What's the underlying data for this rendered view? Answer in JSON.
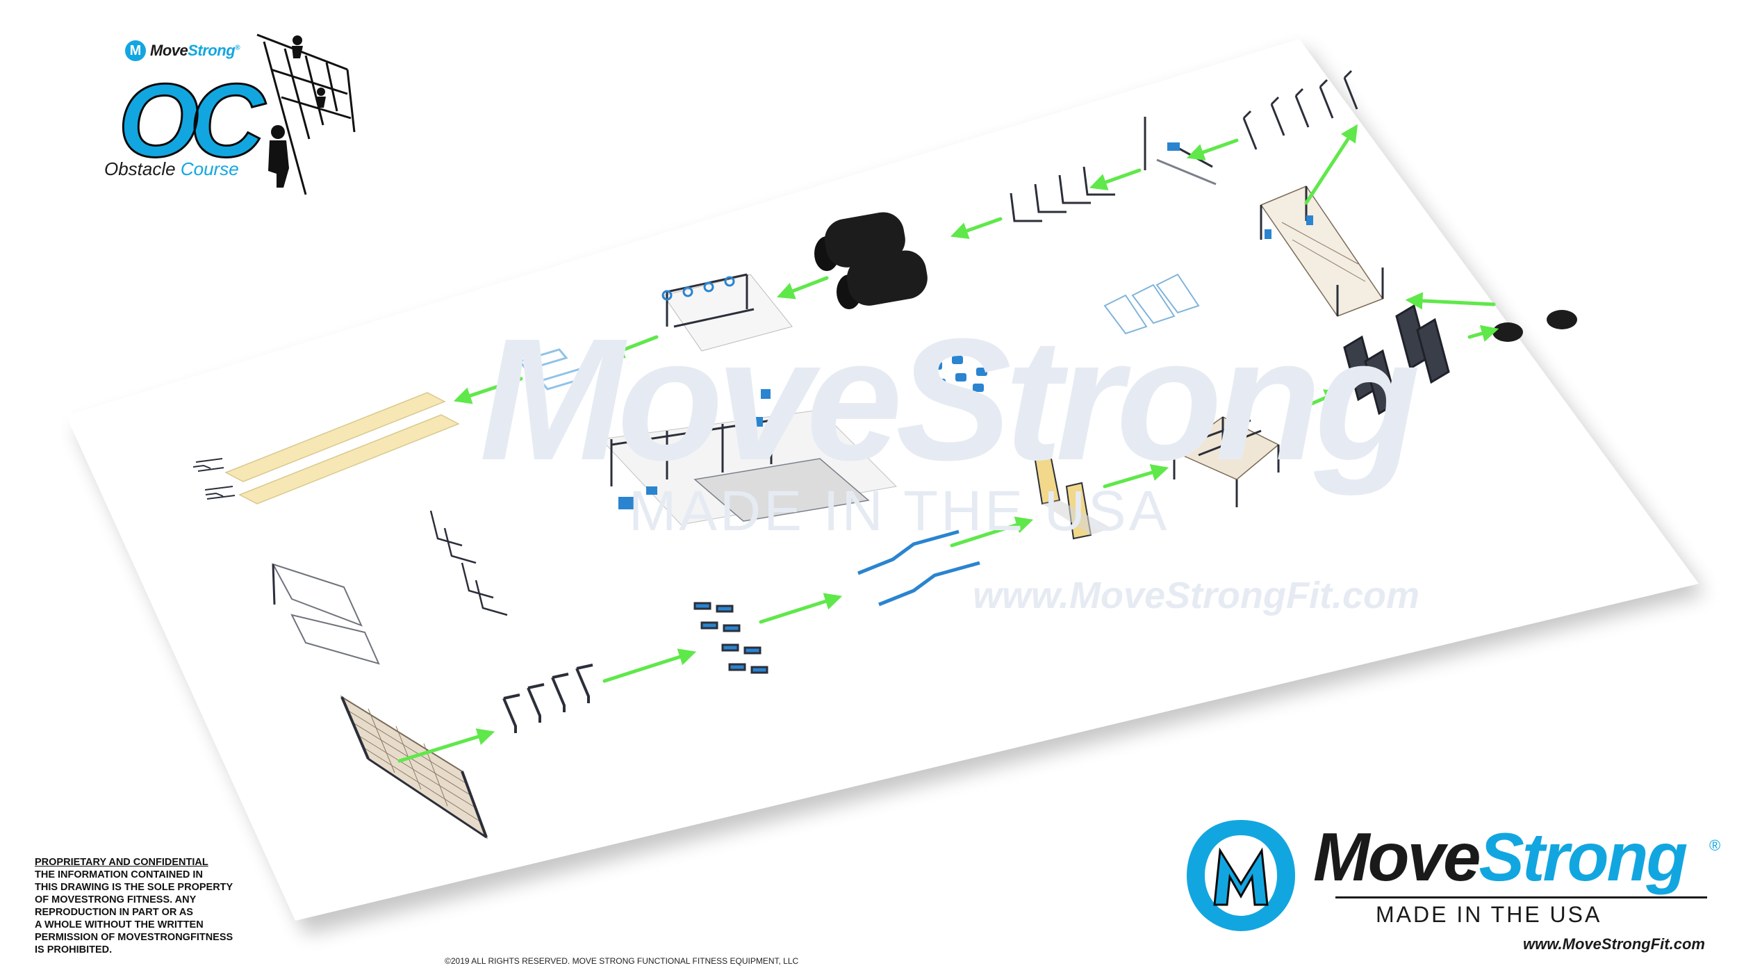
{
  "oc_logo": {
    "brand_prefix": "Move",
    "brand_suffix": "Strong",
    "brand_mark": "M",
    "brand_reg": "®",
    "title": "OC",
    "subtitle_part1": "Obstacle",
    "subtitle_part2": "Course",
    "icon": "climbing-net-silhouette-icon"
  },
  "watermark": {
    "name": "MoveStrong",
    "made": "MADE IN THE USA",
    "url": "www.MoveStrongFit.com"
  },
  "ms_logo": {
    "emblem_icon": "m-emblem-icon",
    "name_prefix": "Move",
    "name_suffix": "Strong",
    "reg": "®",
    "made": "MADE IN THE USA",
    "website": "www.MoveStrongFit.com"
  },
  "disclaimer": {
    "heading": "PROPRIETARY AND CONFIDENTIAL",
    "lines": [
      "THE INFORMATION CONTAINED IN",
      "THIS DRAWING IS THE SOLE PROPERTY",
      "OF MOVESTRONG FITNESS. ANY",
      "REPRODUCTION IN PART OR AS",
      "A WHOLE WITHOUT THE WRITTEN",
      "PERMISSION OF MOVESTRONGFITNESS",
      "IS PROHIBITED."
    ]
  },
  "copyright": "©2019 ALL RIGHTS RESERVED. MOVE STRONG FUNCTIONAL FITNESS EQUIPMENT, LLC",
  "colors": {
    "brand_blue": "#12a6e0",
    "arrow_green": "#5fe84a",
    "equipment_dark": "#2b2f3a",
    "equipment_blue": "#2a84d0",
    "tube_black": "#1c1c1c",
    "balance_beam": "#f6e7b4"
  }
}
